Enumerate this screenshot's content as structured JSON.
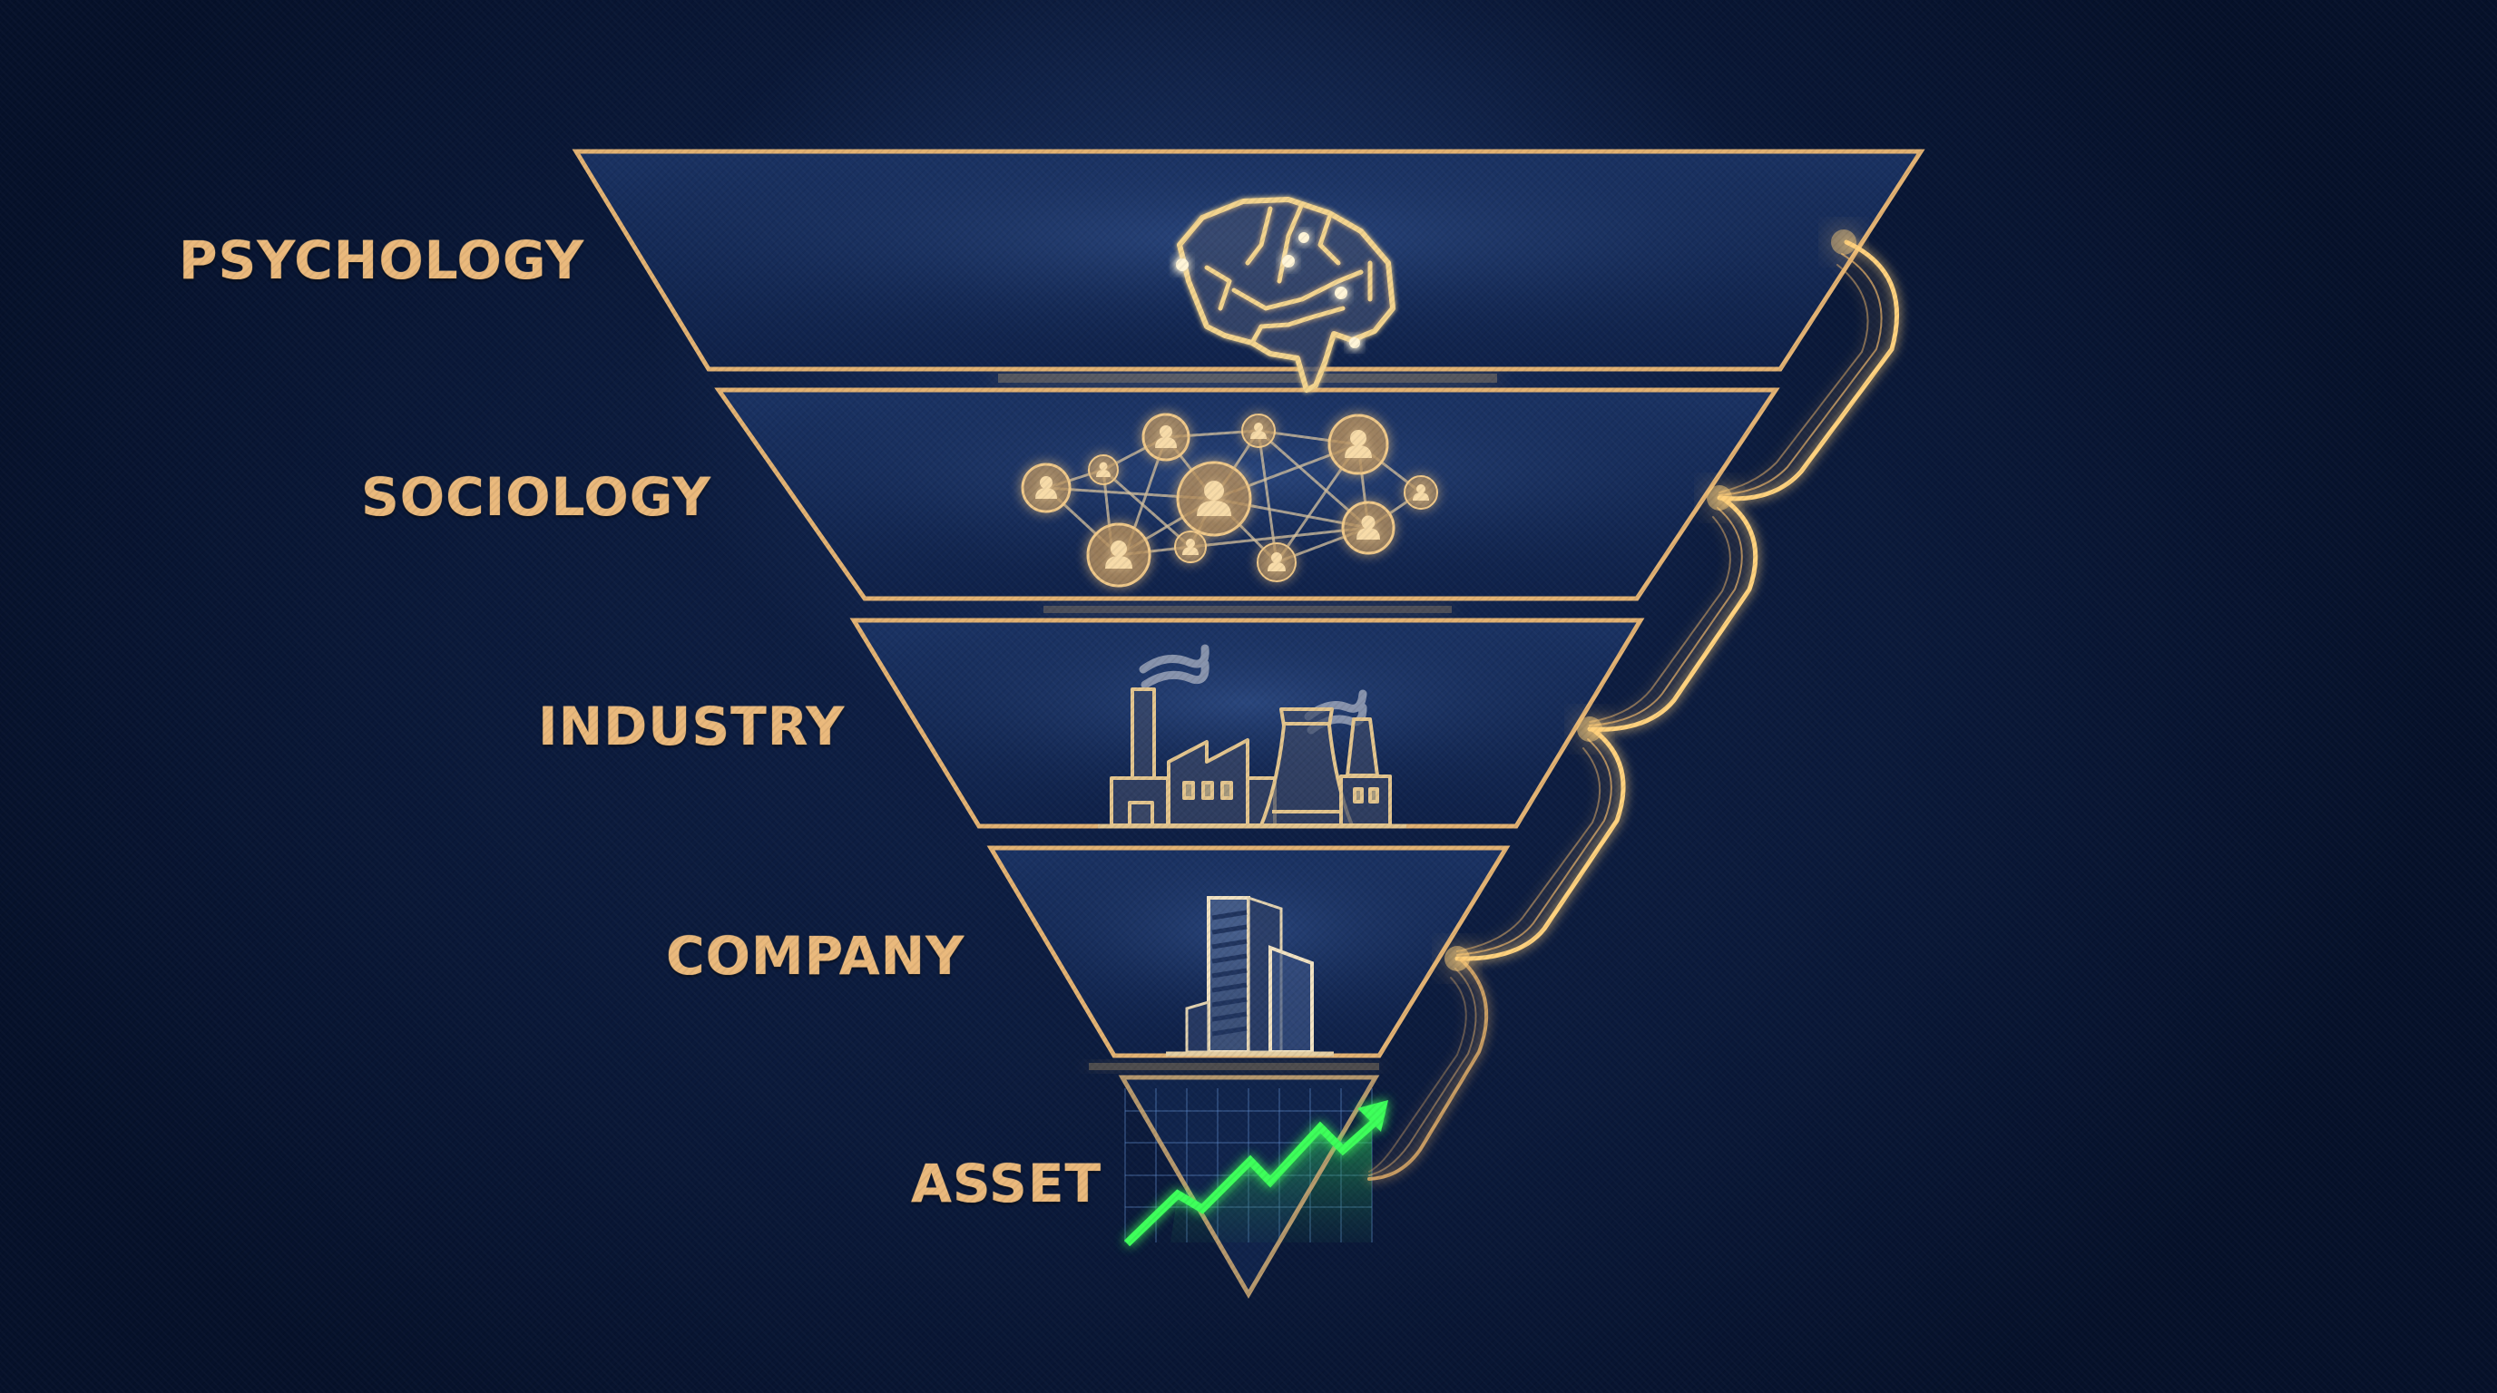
{
  "diagram": {
    "type": "inverted-pyramid-funnel",
    "levels": [
      {
        "label": "PSYCHOLOGY",
        "icon": "brain-icon",
        "order": 1
      },
      {
        "label": "SOCIOLOGY",
        "icon": "social-network-icon",
        "order": 2
      },
      {
        "label": "INDUSTRY",
        "icon": "factory-icon",
        "order": 3
      },
      {
        "label": "COMPANY",
        "icon": "office-building-icon",
        "order": 4
      },
      {
        "label": "ASSET",
        "icon": "rising-chart-arrow-icon",
        "order": 5
      }
    ],
    "connectors": "glowing gold curved lines linking each level on the right side"
  },
  "colors": {
    "background": "#0a1836",
    "label_gold": "#eab97c",
    "stroke_gold": "#d9a86a",
    "glow_gold": "#ffcf7a",
    "chart_green": "#3dff5a"
  }
}
